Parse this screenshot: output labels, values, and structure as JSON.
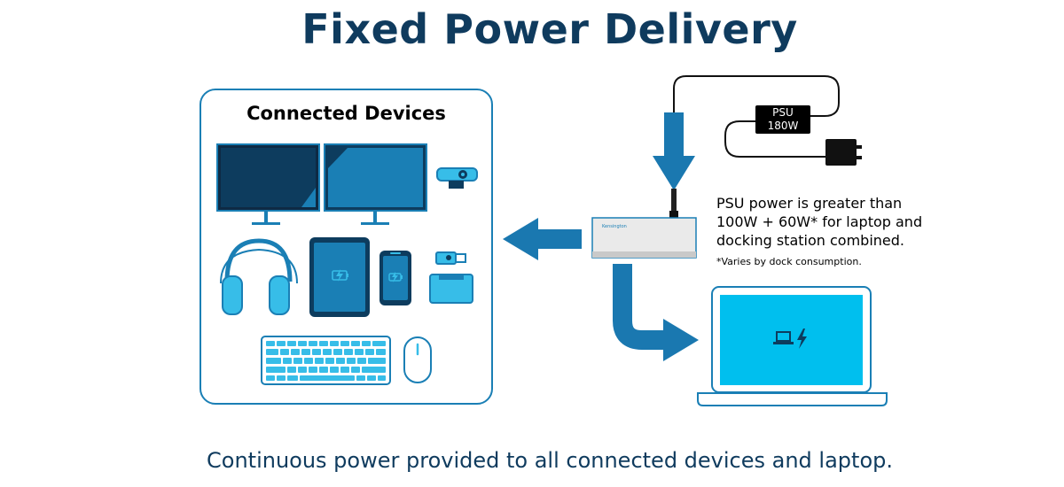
{
  "title": "Fixed Power Delivery",
  "panel": {
    "title": "Connected Devices"
  },
  "psu": {
    "line1": "PSU",
    "line2": "180W"
  },
  "note": "PSU power is greater than 100W + 60W* for laptop and docking station combined.",
  "footnote": "*Varies by dock consumption.",
  "dock": {
    "brand": "Kensington"
  },
  "subtitle": "Continuous power provided to all connected devices and laptop.",
  "colors": {
    "navy": "#0f3b5e",
    "arrow_blue": "#1a78b0",
    "device_dark": "#0d3c5e",
    "device_mid": "#1a7fb5",
    "device_light": "#37bde8",
    "screen_cyan": "#00bfee"
  },
  "icons": [
    "charging-battery-icon",
    "laptop-bolt-icon"
  ]
}
